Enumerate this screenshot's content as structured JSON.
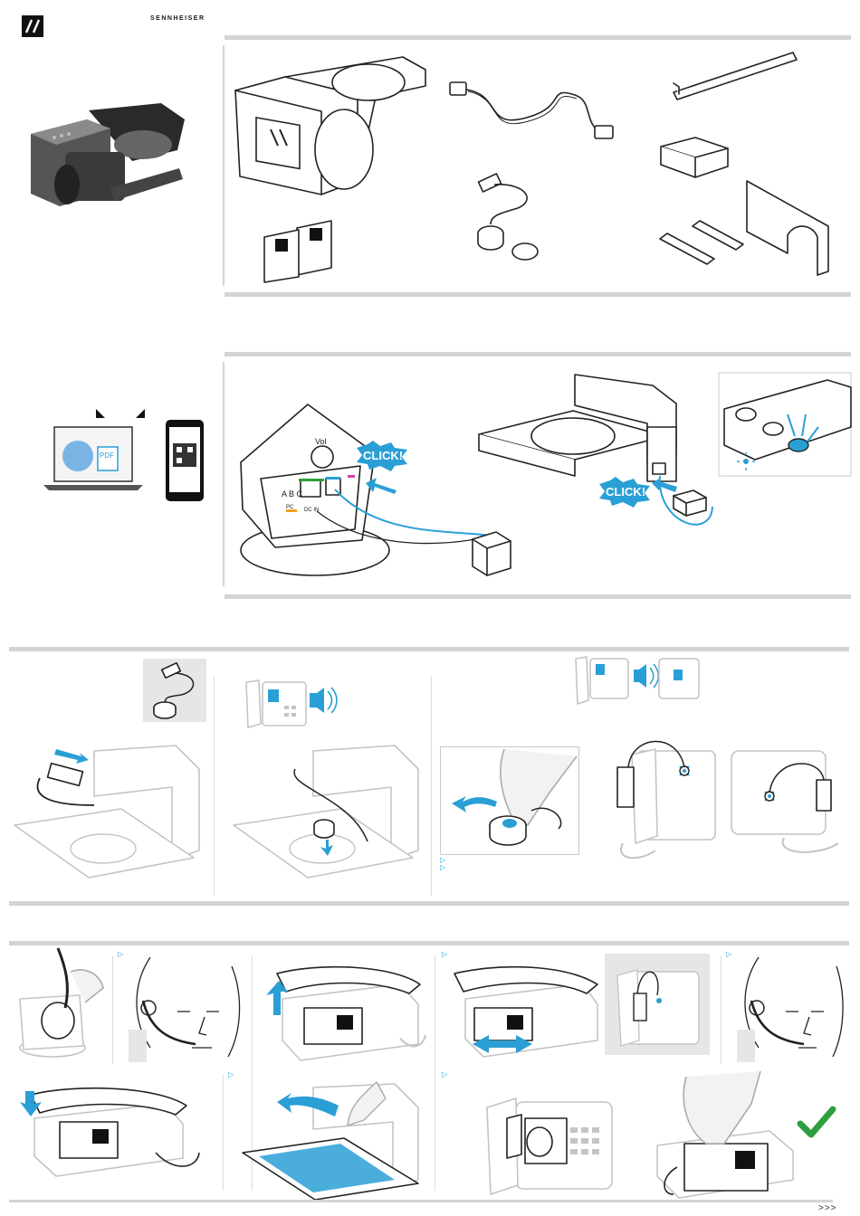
{
  "header": {
    "brand_name": "SENNHEISER",
    "logo_icon": "sennheiser-logo-icon"
  },
  "section2": {
    "click_left": "CLICK!",
    "click_right": "CLICK!",
    "dial_label": "Vol",
    "switch_labels": "A B C",
    "port_labels": [
      "PC",
      "DC IN"
    ]
  },
  "footer": {
    "more_label": ">>>"
  },
  "colors": {
    "accent_blue": "#2a9fd6",
    "check_green": "#2e9e3f",
    "rule_gray": "#d4d4d4",
    "panel_gray": "#e6e6e6"
  }
}
